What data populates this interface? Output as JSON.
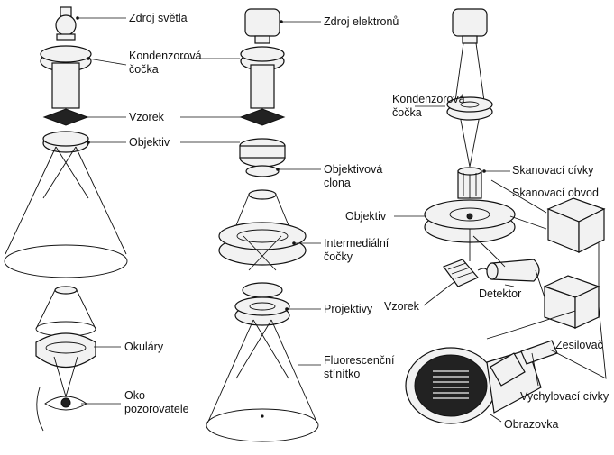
{
  "microscope_comparison": {
    "light_microscope": {
      "labels": {
        "light_source": "Zdroj světla",
        "condenser": "Kondenzorová\nčočka",
        "specimen": "Vzorek",
        "objective": "Objektiv",
        "eyepieces": "Okuláry",
        "observer_eye": "Oko\npozorovatele"
      }
    },
    "tem": {
      "labels": {
        "electron_source": "Zdroj elektronů",
        "objective_aperture": "Objektivová\nclona",
        "intermediate_lenses": "Intermediální\nčočky",
        "projective": "Projektivy",
        "fluorescent_screen": "Fluorescenční\nstínítko"
      }
    },
    "sem": {
      "labels": {
        "condenser": "Kondenzorová\nčočka",
        "scan_coils": "Skanovací cívky",
        "scan_circuit": "Skanovací obvod",
        "objective": "Objektiv",
        "specimen": "Vzorek",
        "detector": "Detektor",
        "amplifier": "Zesilovač",
        "deflection_coils": "Vychylovací cívky",
        "screen": "Obrazovka"
      }
    }
  }
}
